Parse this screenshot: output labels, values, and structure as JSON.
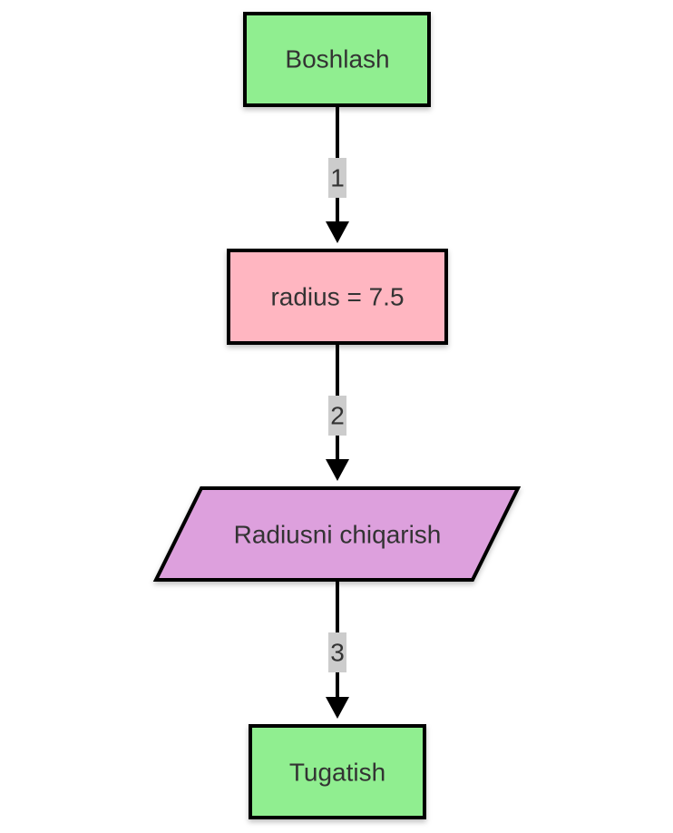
{
  "nodes": [
    {
      "id": "start",
      "label": "Boshlash",
      "shape": "rect",
      "fill": "#90ee90"
    },
    {
      "id": "assign",
      "label": "radius = 7.5",
      "shape": "rect",
      "fill": "#ffb6c1"
    },
    {
      "id": "output",
      "label": "Radiusni chiqarish",
      "shape": "parallelogram",
      "fill": "#dda0dd"
    },
    {
      "id": "end",
      "label": "Tugatish",
      "shape": "rect",
      "fill": "#90ee90"
    }
  ],
  "edges": [
    {
      "from": "start",
      "to": "assign",
      "label": "1"
    },
    {
      "from": "assign",
      "to": "output",
      "label": "2"
    },
    {
      "from": "output",
      "to": "end",
      "label": "3"
    }
  ]
}
